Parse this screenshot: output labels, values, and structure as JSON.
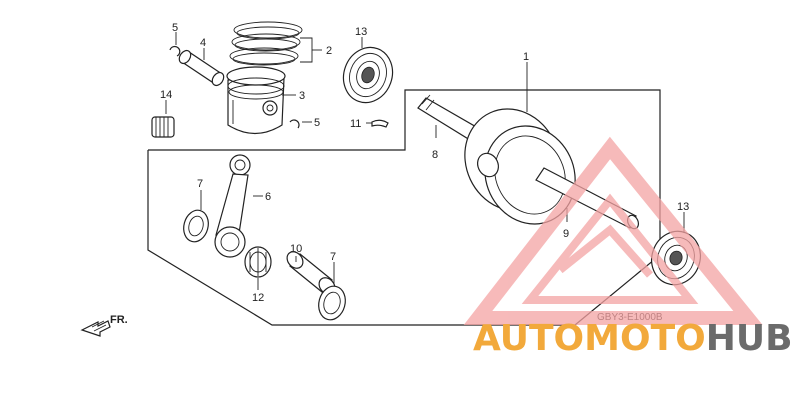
{
  "callouts": {
    "p1": "1",
    "p2": "2",
    "p3": "3",
    "p4": "4",
    "p5a": "5",
    "p5b": "5",
    "p6": "6",
    "p7a": "7",
    "p7b": "7",
    "p8": "8",
    "p9": "9",
    "p10": "10",
    "p11": "11",
    "p12": "12",
    "p13a": "13",
    "p13b": "13",
    "p14": "14"
  },
  "diagram_code": "GBY3-E1000B",
  "direction_label": "FR.",
  "watermark": {
    "part1": "AUTOMOTO",
    "part2": "HUB",
    "color_orange": "#f2a93b",
    "color_gray": "#6b6b6b",
    "triangle_color": "#f4a3a3"
  }
}
